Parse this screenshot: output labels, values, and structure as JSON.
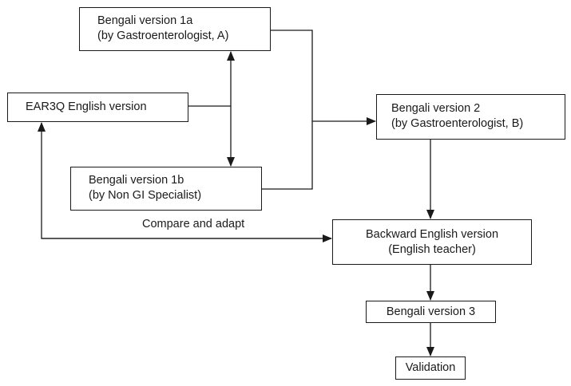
{
  "diagram": {
    "nodes": {
      "bengali_1a": {
        "line1": "Bengali version 1a",
        "line2": "(by Gastroenterologist, A)"
      },
      "english": {
        "line1": "EAR3Q English version"
      },
      "bengali_1b": {
        "line1": "Bengali version 1b",
        "line2": "(by Non GI Specialist)"
      },
      "bengali_2": {
        "line1": "Bengali version 2",
        "line2": "(by Gastroenterologist, B)"
      },
      "backward": {
        "line1": "Backward English version",
        "line2": "(English teacher)"
      },
      "bengali_3": {
        "line1": "Bengali version 3"
      },
      "validation": {
        "line1": "Validation"
      }
    },
    "edge_label": "Compare and adapt",
    "stroke_color": "#1a1a1a"
  }
}
